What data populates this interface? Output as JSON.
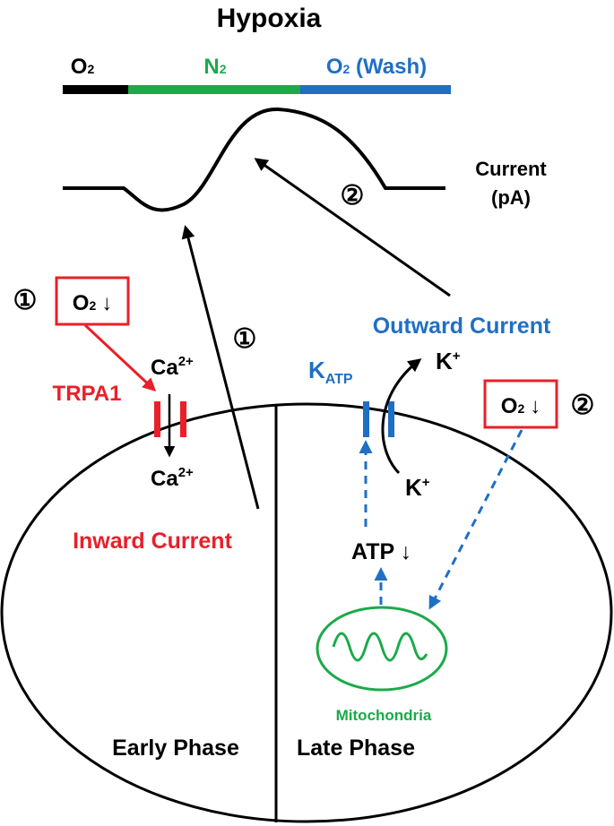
{
  "title": "Hypoxia",
  "bar": {
    "o2": {
      "main": "O",
      "sub": "2",
      "color": "#000000"
    },
    "n2": {
      "main": "N",
      "sub": "2",
      "color": "#1aaa4a"
    },
    "wash": {
      "main": "O",
      "sub": "2",
      "suffix": " (Wash)",
      "color": "#1f6fc5"
    }
  },
  "current": {
    "line1": "Current",
    "line2": "(pA)"
  },
  "steps": {
    "one": "①",
    "two": "②"
  },
  "early": {
    "o2_box": {
      "main": "O",
      "sub": "2",
      "arrow": "↓"
    },
    "channel": "TRPA1",
    "ca_base": "Ca",
    "ca_charge": "2+",
    "current_label": "Inward Current",
    "phase": "Early Phase"
  },
  "late": {
    "outward_label": "Outward Current",
    "katp_base": "K",
    "katp_sub": "ATP",
    "k_base": "K",
    "k_charge": "+",
    "o2_box": {
      "main": "O",
      "sub": "2",
      "arrow": "↓"
    },
    "atp": "ATP ↓",
    "organelle": "Mitochondria",
    "phase": "Late Phase"
  },
  "colors": {
    "red": "#e8202a",
    "blue": "#1f6fc5",
    "green": "#1aaa4a",
    "black": "#000000"
  }
}
